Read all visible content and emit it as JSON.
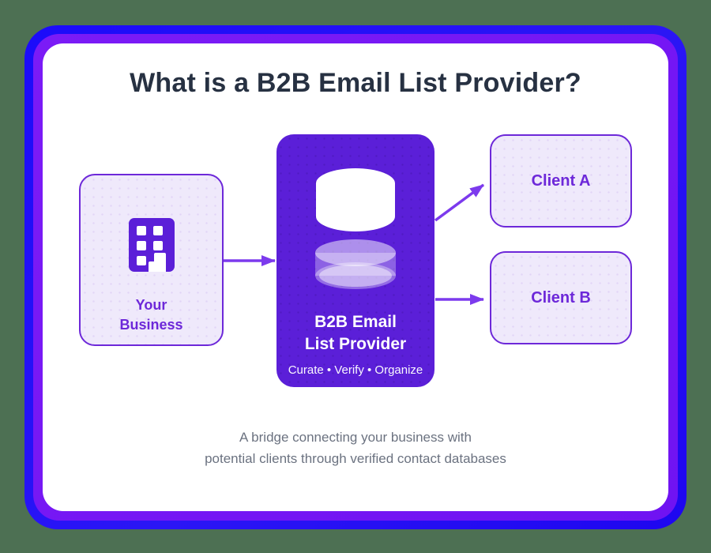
{
  "title": "What is a B2B Email List Provider?",
  "nodes": {
    "business": {
      "label_lines": [
        "Your",
        "Business"
      ],
      "icon": "building-icon"
    },
    "provider": {
      "label_lines": [
        "B2B Email",
        "List Provider"
      ],
      "subtitle": "Curate • Verify • Organize",
      "icon": "database-icon"
    },
    "client_a": {
      "label": "Client A"
    },
    "client_b": {
      "label": "Client B"
    }
  },
  "caption": {
    "line1": "A bridge connecting your business with",
    "line2": "potential clients through verified contact databases"
  },
  "icons": {
    "business": "building-icon",
    "provider": "database-icon",
    "connectors": "arrow-right-icon"
  },
  "colors": {
    "page_background": "#4D7053",
    "frame_outer_blue": "#2212F8",
    "frame_inner_violet": "#7013F2",
    "card_background": "#FFFFFF",
    "title_text": "#273142",
    "node_light_background": "#EFE9FB",
    "node_border": "#6D28D9",
    "node_label_purple": "#6D28D9",
    "provider_background": "#5B1FD8",
    "provider_text": "#FFFFFF",
    "arrow": "#7C3AED",
    "caption_text": "#6B7280"
  }
}
